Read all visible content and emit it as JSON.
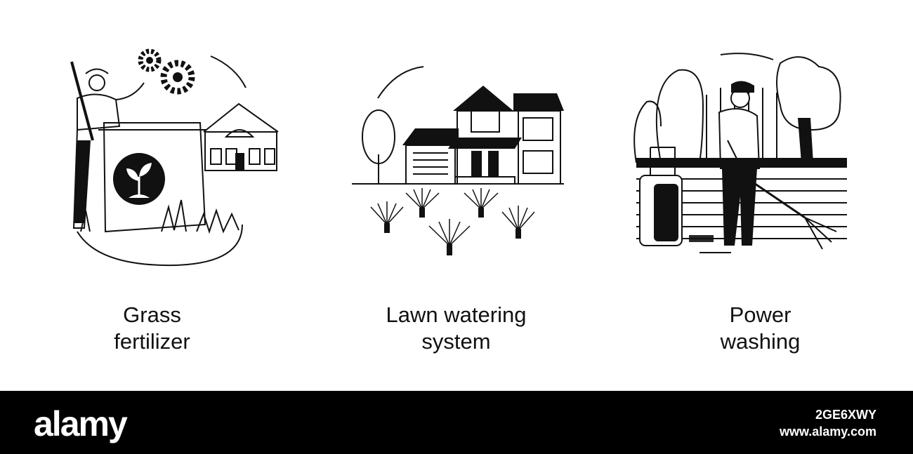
{
  "panels": [
    {
      "line1": "Grass",
      "line2": "fertilizer",
      "icon": "grass-fertilizer-illustration"
    },
    {
      "line1": "Lawn watering",
      "line2": "system",
      "icon": "lawn-watering-illustration"
    },
    {
      "line1": "Power",
      "line2": "washing",
      "icon": "power-washing-illustration"
    }
  ],
  "footer": {
    "logo": "alamy",
    "image_id": "2GE6XWY",
    "site": "www.alamy.com"
  },
  "colors": {
    "ink": "#111111",
    "background": "#ffffff",
    "footer": "#000000"
  }
}
